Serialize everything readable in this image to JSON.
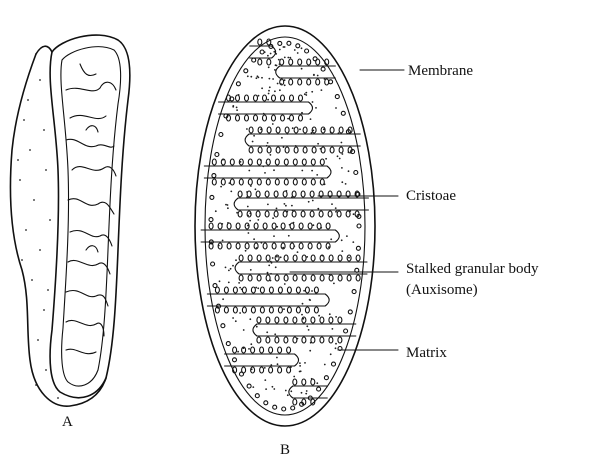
{
  "figure_labels": {
    "a": "A",
    "b": "B"
  },
  "labels": {
    "membrane": "Membrane",
    "cristoae": "Cristoae",
    "stalked_line1": "Stalked granular body",
    "stalked_line2": "(Auxisome)",
    "matrix": "Matrix"
  }
}
